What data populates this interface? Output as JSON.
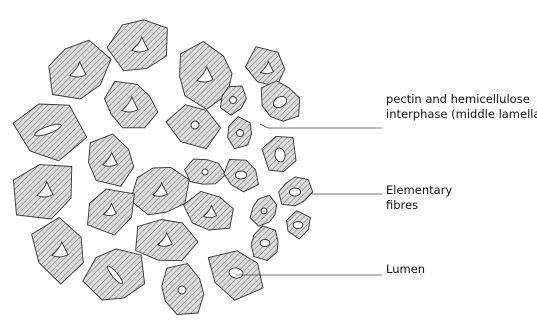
{
  "labels": {
    "interphase_line1": "pectin and hemicellulose",
    "interphase_line2": "interphase (middle lamella)",
    "elementary_line1": "Elementary",
    "elementary_line2": "fibres",
    "lumen": "Lumen"
  },
  "colors": {
    "cell_fill": "#d6d6d6",
    "hatch": "#6a6a6a",
    "outline": "#333333",
    "lumen": "#ffffff",
    "leader": "#444444"
  }
}
